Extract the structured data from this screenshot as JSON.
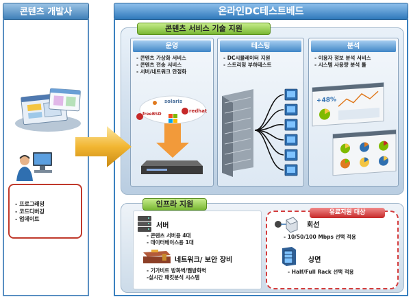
{
  "developer": {
    "title": "콘텐츠 개발사",
    "tasks": [
      "- 프로그래밍",
      "- 코드디버깅",
      "- 업데이트"
    ]
  },
  "testbed": {
    "title": "온라인DC테스트베드",
    "service_support": {
      "title": "콘텐츠 서비스 기술 지원",
      "columns": [
        {
          "title": "운영",
          "items": [
            "- 콘텐츠 가상화 서비스",
            "- 콘텐츠 전송 서비스",
            "- 서버/네트워크 안정화"
          ],
          "os_logos": [
            "solaris",
            "freeBSD",
            "redhat"
          ]
        },
        {
          "title": "테스팅",
          "items": [
            "- DC시뮬레이터 지원",
            "- 스트리밍 부하테스트"
          ]
        },
        {
          "title": "분석",
          "items": [
            "- 이용자 정보 분석 서비스",
            "- 시스템 사용량 분석 툴"
          ],
          "dashboard_value": "+48%"
        }
      ]
    },
    "infra_support": {
      "title": "인프라 지원",
      "server": {
        "title": "서버",
        "items": [
          "- 콘텐츠 서버용 4대",
          "- 데이터베이스용 1대"
        ]
      },
      "network": {
        "title": "네트워크/ 보안 장비",
        "items": [
          "- 기가비트 방화벽/웹방화벽",
          "-실시간 패킷분석 시스템"
        ]
      },
      "paid": {
        "badge": "유료지원 대상",
        "line": {
          "title": "회선",
          "detail": "- 10/50/100 Mbps 선택 적용"
        },
        "rack": {
          "title": "상면",
          "detail": "- Half/Full Rack 선택 적용"
        }
      }
    }
  },
  "colors": {
    "accent_blue": "#3a80bf",
    "green": "#79b733",
    "red": "#c62828",
    "arrow": "#f2b632"
  }
}
